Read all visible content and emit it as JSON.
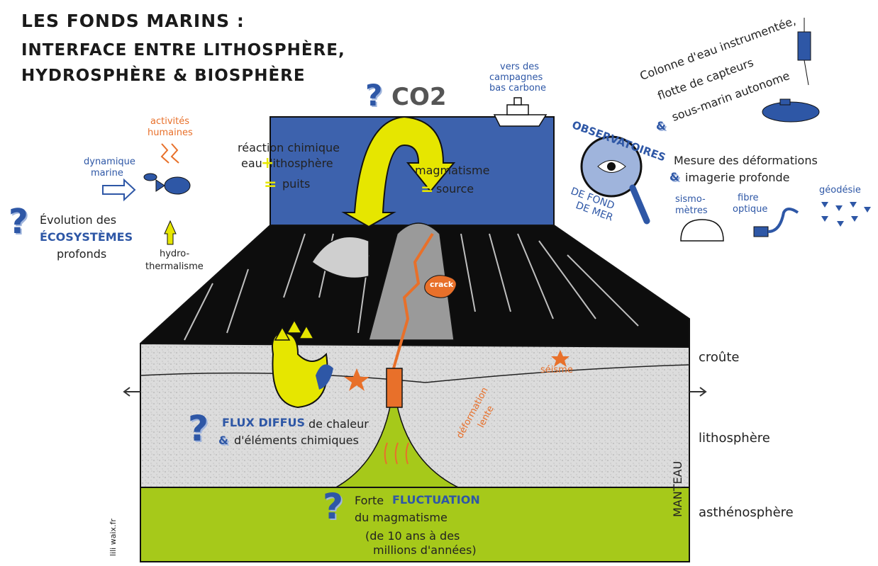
{
  "title": {
    "line1": "LES FONDS MARINS :",
    "line2": "INTERFACE ENTRE LITHOSPHÈRE,",
    "line3": "HYDROSPHÈRE & BIOSPHÈRE"
  },
  "question_mark": "?",
  "co2": "CO2",
  "ocean": {
    "reaction_line1": "réaction chimique",
    "reaction_line2": "eau",
    "reaction_line2b": "lithosphère",
    "plus": "+",
    "equals": "=",
    "puits": "puits",
    "magmatisme": "magmatisme",
    "source": "source"
  },
  "ship": {
    "line1": "vers des",
    "line2": "campagnes",
    "line3": "bas carbone"
  },
  "left": {
    "activites1": "activités",
    "activites2": "humaines",
    "dynamique1": "dynamique",
    "dynamique2": "marine",
    "evolution": "Évolution des",
    "ecosystemes": "ÉCOSYSTÈMES",
    "profonds": "profonds",
    "hydro1": "hydro-",
    "hydro2": "thermalisme"
  },
  "right": {
    "colonne1": "Colonne d'eau instrumentée,",
    "colonne2": "flotte de capteurs",
    "colonne3": "sous-marin autonome",
    "amp": "&",
    "observatoires": "OBSERVATOIRES",
    "de_fond": "DE FOND",
    "de_mer": "DE MER",
    "mesure": "Mesure des déformations",
    "imagerie": "imagerie profonde",
    "sismo1": "sismo-",
    "sismo2": "mètres",
    "fibre1": "fibre",
    "fibre2": "optique",
    "geodesie": "géodésie"
  },
  "block": {
    "crack": "crack",
    "seisme": "séisme",
    "deformation1": "déformation",
    "deformation2": "lente",
    "flux_diffus": "FLUX DIFFUS",
    "flux_rest": "de chaleur",
    "elements": "d'éléments chimiques",
    "forte": "Forte",
    "fluctuation": "FLUCTUATION",
    "du_magmatisme": "du magmatisme",
    "duree1": "(de 10 ans à des",
    "duree2": "millions d'années)"
  },
  "layers": {
    "croute": "croûte",
    "lithosphere": "lithosphère",
    "manteau": "MANTEAU",
    "asthenosphere": "asthénosphère"
  },
  "credit": "lili waix.fr",
  "colors": {
    "ocean": "#3d62ad",
    "crust": "#0d0d0d",
    "lithosphere": "#d9d9d9",
    "asthenosphere": "#a6c91a",
    "accent_orange": "#e8702a",
    "accent_yellow": "#e6e600",
    "accent_blue": "#2e57a6"
  },
  "icons": [
    "question-mark-icon",
    "fish-icon",
    "ship-icon",
    "magnifier-eye-icon",
    "buoy-icon",
    "submarine-icon",
    "seismometer-icon",
    "fiber-optic-icon",
    "geodesy-icon",
    "arrow-icon",
    "star-icon"
  ]
}
